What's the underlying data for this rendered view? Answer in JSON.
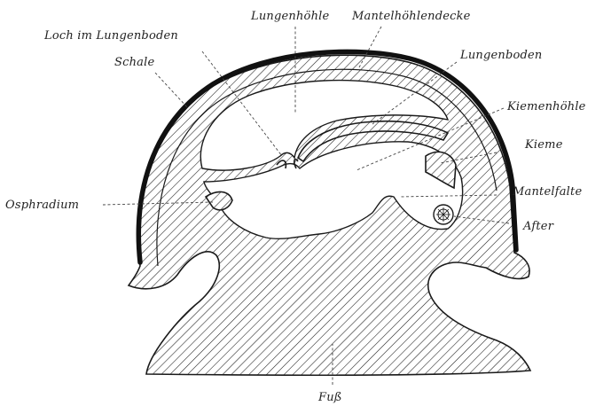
{
  "figure": {
    "labels": {
      "lungenhoehle": "Lungenhöhle",
      "mantelhoehlendecke": "Mantelhöhlendecke",
      "loch_im_lungenboden": "Loch im Lungenboden",
      "schale": "Schale",
      "lungenboden": "Lungenboden",
      "kiemenhoehle": "Kiemenhöhle",
      "kieme": "Kieme",
      "osphradium": "Osphradium",
      "mantelfalte": "Mantelfalte",
      "after": "After",
      "fuss": "Fuß"
    },
    "colors": {
      "ink": "#1a1a1a",
      "shell": "#111111",
      "paper": "#ffffff"
    }
  }
}
